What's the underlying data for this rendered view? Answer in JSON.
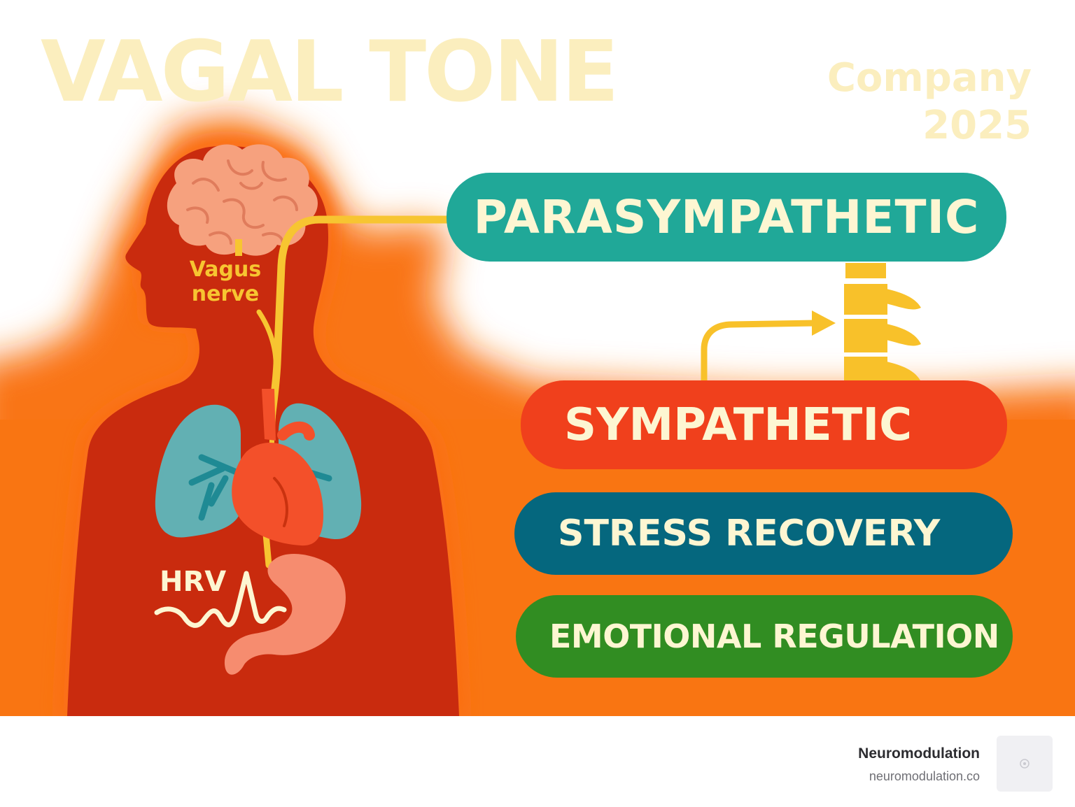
{
  "title": "VAGAL TONE",
  "company": {
    "name": "Company",
    "year": "2025"
  },
  "anatomy_labels": {
    "vagus_line1": "Vagus",
    "vagus_line2": "nerve",
    "hrv": "HRV"
  },
  "categories": [
    {
      "id": "parasympathetic",
      "label": "PARASYMPATHETIC",
      "color": "#20a898"
    },
    {
      "id": "sympathetic",
      "label": "SYMPATHETIC",
      "color": "#f0401c"
    },
    {
      "id": "stress_recovery",
      "label": "STRESS RECOVERY",
      "color": "#05677e"
    },
    {
      "id": "emotional_regulation",
      "label": "EMOTIONAL REGULATION",
      "color": "#318d22"
    }
  ],
  "colors": {
    "background_orange": "#f97512",
    "body_red": "#c92b0e",
    "brain": "#f6a17e",
    "lungs": "#62b0b3",
    "heart": "#f3502a",
    "stomach": "#f68c6f",
    "nerve_yellow": "#f7c531",
    "title_cream": "#fbeebe"
  },
  "footer": {
    "brand_name": "Neuromodulation",
    "brand_url": "neuromodulation.co"
  },
  "icons": {
    "brand_logo": "neuromodulation-logo-icon"
  }
}
